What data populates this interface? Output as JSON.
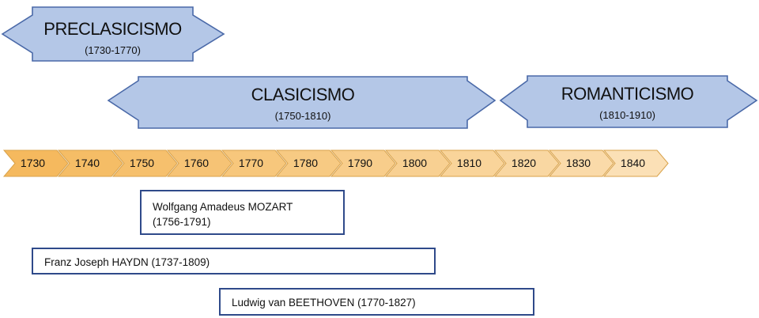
{
  "periods": [
    {
      "name": "PRECLASICISMO",
      "range": "(1730-1770)"
    },
    {
      "name": "CLASICISMO",
      "range": "(1750-1810)"
    },
    {
      "name": "ROMANTICISMO",
      "range": "(1810-1910)"
    }
  ],
  "timeline": {
    "ticks": [
      "1730",
      "1740",
      "1750",
      "1760",
      "1770",
      "1780",
      "1790",
      "1800",
      "1810",
      "1820",
      "1830",
      "1840"
    ]
  },
  "composers": [
    {
      "name": "Wolfgang Amadeus MOZART",
      "years": "(1756-1791)"
    },
    {
      "name": "Franz Joseph HAYDN (1737-1809)"
    },
    {
      "name": "Ludwig van BEETHOVEN (1770-1827)"
    }
  ],
  "colors": {
    "period_fill": "#b4c7e7",
    "period_stroke": "#4a69a8",
    "tick_fills": [
      "#f5b95e",
      "#f5bd66",
      "#f6c06d",
      "#f6c375",
      "#f7c77c",
      "#f7ca83",
      "#f8cd8b",
      "#f8d092",
      "#f9d49a",
      "#f9d7a2",
      "#fadaa9",
      "#fbe0b6"
    ],
    "tick_stroke": "#d9a24a",
    "composer_border": "#2f4a8a"
  }
}
